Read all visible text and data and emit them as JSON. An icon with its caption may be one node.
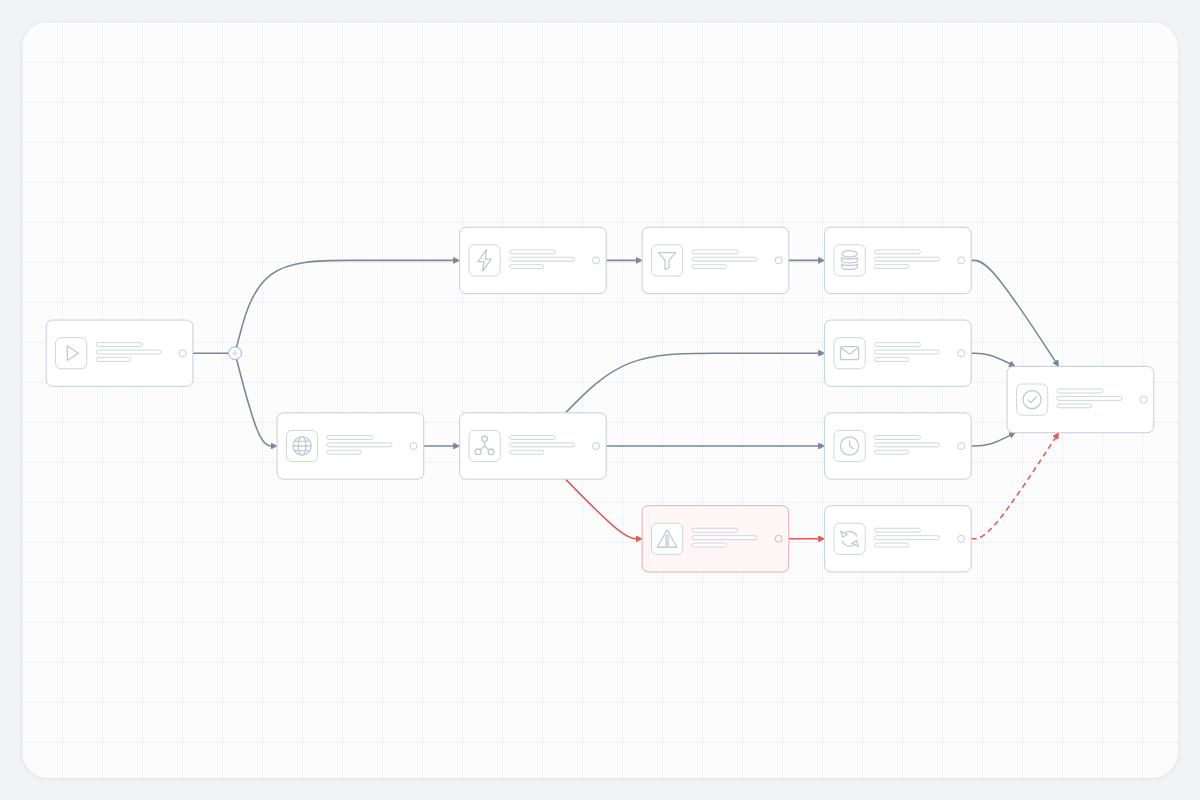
{
  "diagram": {
    "nodes": [
      {
        "text": [],
        "shape": "box"
      },
      {
        "text": [],
        "shape": "circle"
      },
      {
        "text": [],
        "shape": "box"
      },
      {
        "text": [],
        "shape": "box"
      },
      {
        "text": [],
        "shape": "box"
      },
      {
        "text": [],
        "shape": "box"
      },
      {
        "text": [],
        "shape": "box"
      },
      {
        "text": [],
        "shape": "box"
      },
      {
        "text": [],
        "shape": "box"
      },
      {
        "text": [],
        "shape": "box"
      },
      {
        "text": [],
        "shape": "box"
      },
      {
        "text": [],
        "shape": "box"
      }
    ],
    "edges": [
      {
        "from": 0,
        "to": 1,
        "arrow": "none"
      },
      {
        "from": 1,
        "to": 2,
        "arrow": "to"
      },
      {
        "from": 1,
        "to": 5,
        "arrow": "to"
      },
      {
        "from": 2,
        "to": 3,
        "arrow": "to"
      },
      {
        "from": 3,
        "to": 4,
        "arrow": "to"
      },
      {
        "from": 4,
        "to": 9,
        "arrow": "to"
      },
      {
        "from": 5,
        "to": 6,
        "arrow": "to"
      },
      {
        "from": 6,
        "to": 7,
        "arrow": "to"
      },
      {
        "from": 6,
        "to": 8,
        "arrow": "to"
      },
      {
        "from": 7,
        "to": 9,
        "arrow": "to"
      },
      {
        "from": 8,
        "to": 9,
        "arrow": "to"
      },
      {
        "from": 6,
        "to": 10,
        "arrow": "to",
        "color": "#e05a5a"
      },
      {
        "from": 10,
        "to": 11,
        "arrow": "to",
        "color": "#e05a5a"
      },
      {
        "from": 11,
        "to": 9,
        "arrow": "to",
        "style": "dashed",
        "color": "#e05a5a"
      }
    ]
  }
}
